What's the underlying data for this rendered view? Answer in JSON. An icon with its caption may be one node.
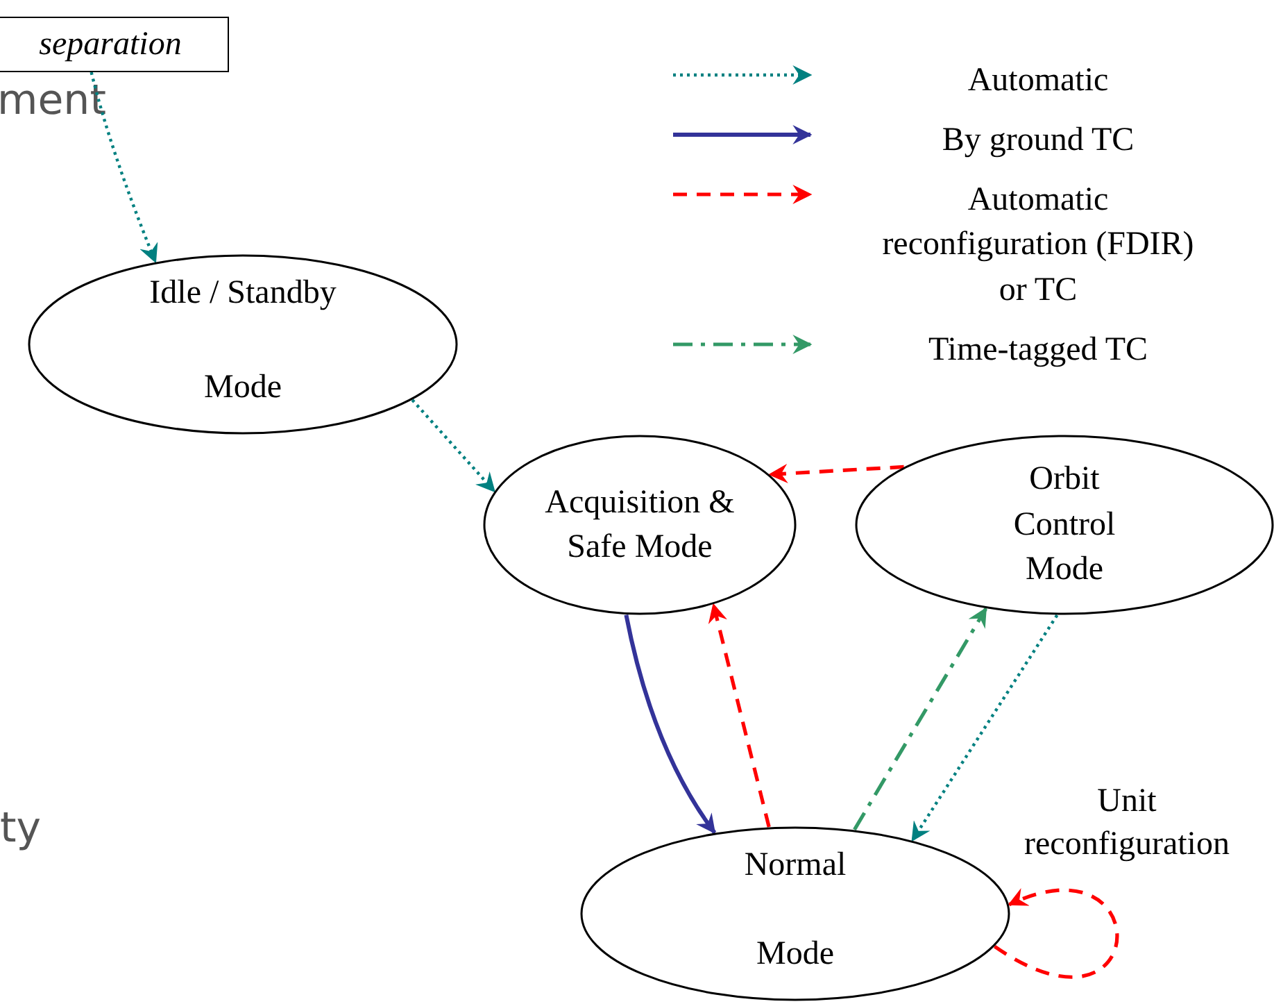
{
  "diagram": {
    "nodes": [
      {
        "text": [
          "separation"
        ]
      },
      {
        "text": [
          "Idle / Standby",
          "Mode"
        ]
      },
      {
        "text": [
          "Acquisition & Safe Mode"
        ]
      },
      {
        "text": [
          "Orbit Control Mode"
        ]
      },
      {
        "text": [
          "Normal",
          "Mode"
        ]
      }
    ],
    "edges": [
      {
        "from": 0,
        "to": 1,
        "arrow": "to",
        "style": "dashed",
        "color": "#008080"
      },
      {
        "from": 1,
        "to": 2,
        "arrow": "to",
        "style": "dashed",
        "color": "#008080"
      },
      {
        "from": 2,
        "to": 4,
        "arrow": "to",
        "color": "#333399"
      },
      {
        "from": 4,
        "to": 2,
        "arrow": "to",
        "style": "dashed",
        "color": "#ff0000"
      },
      {
        "from": 3,
        "to": 2,
        "arrow": "to",
        "style": "dashed",
        "color": "#ff0000"
      },
      {
        "from": 4,
        "to": 3,
        "arrow": "to",
        "style": "dashed",
        "color": "#339966"
      },
      {
        "from": 3,
        "to": 4,
        "arrow": "to",
        "style": "dashed",
        "color": "#008080"
      },
      {
        "from": 4,
        "to": 4,
        "arrow": "to",
        "style": "dashed",
        "color": "#ff0000",
        "label": "Unit reconfiguration"
      }
    ],
    "labels": [
      "ment",
      "ty"
    ],
    "legend": [
      {
        "text": "Automatic"
      },
      {
        "text": "By ground TC"
      },
      {
        "text": "Automatic reconfiguration (FDIR) or TC"
      },
      {
        "text": "Time-tagged TC"
      }
    ]
  }
}
